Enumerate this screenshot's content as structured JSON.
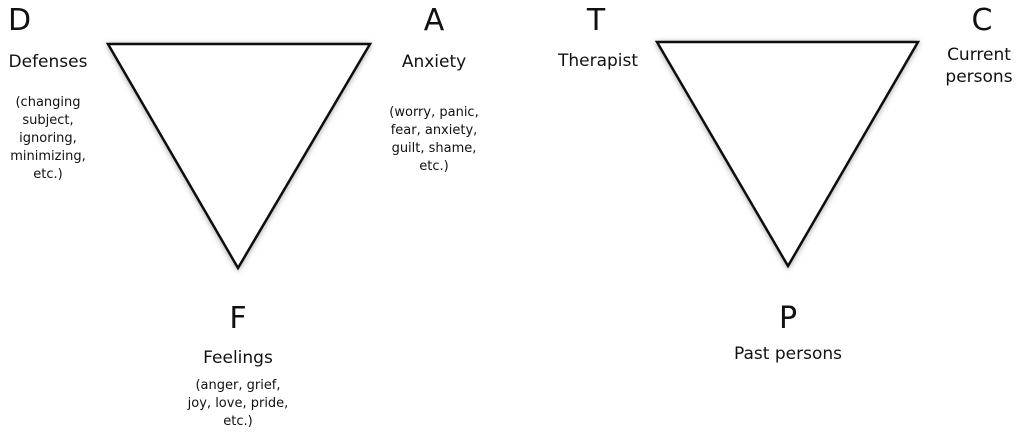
{
  "triangle_of_conflict": {
    "defenses": {
      "letter": "D",
      "name": "Defenses",
      "examples": [
        "(changing",
        "subject,",
        "ignoring,",
        "minimizing,",
        "etc.)"
      ]
    },
    "anxiety": {
      "letter": "A",
      "name": "Anxiety",
      "examples": [
        "(worry, panic,",
        "fear, anxiety,",
        "guilt, shame,",
        "etc.)"
      ]
    },
    "feelings": {
      "letter": "F",
      "name": "Feelings",
      "examples": [
        "(anger, grief,",
        "joy, love, pride,",
        "etc.)"
      ]
    }
  },
  "triangle_of_person": {
    "therapist": {
      "letter": "T",
      "name": "Therapist"
    },
    "current": {
      "letter": "C",
      "name": [
        "Current",
        "persons"
      ]
    },
    "past": {
      "letter": "P",
      "name": "Past persons"
    }
  }
}
